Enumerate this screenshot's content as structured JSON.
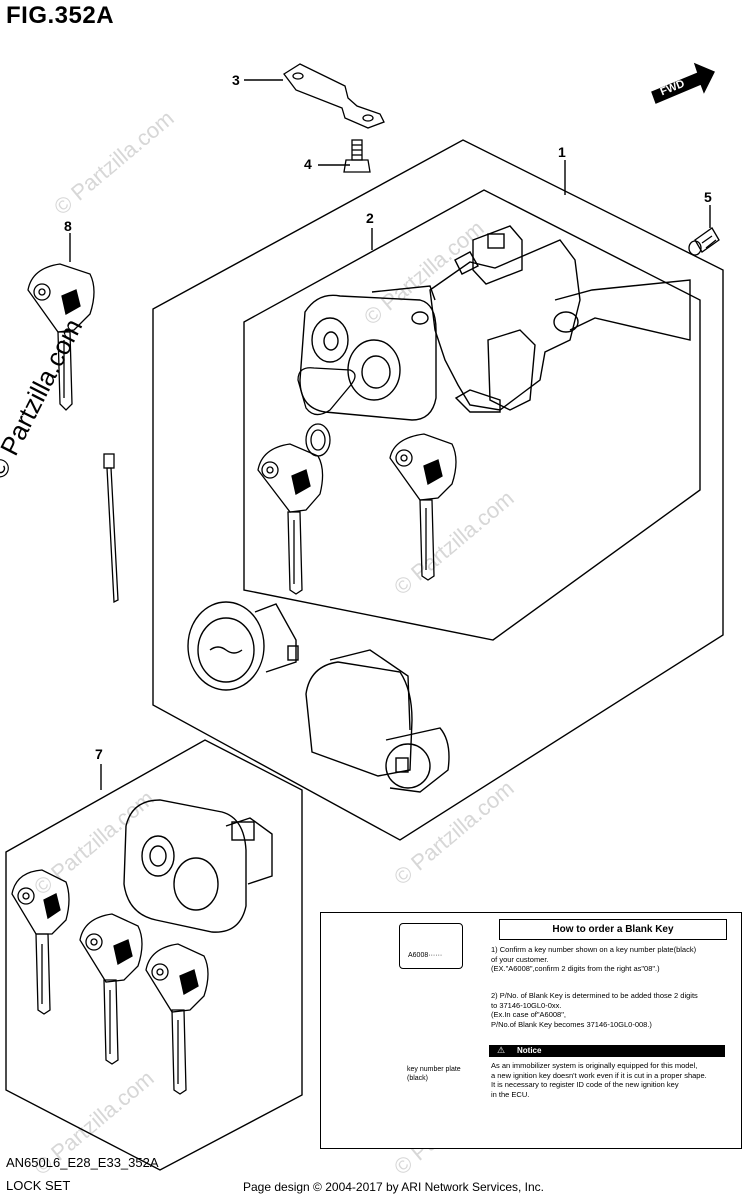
{
  "figure": {
    "title": "FIG.352A",
    "code": "AN650L6_E28_E33_352A",
    "name": "LOCK SET",
    "credit": "Page design © 2004-2017 by ARI Network Services, Inc."
  },
  "direction_badge": "FWD",
  "callouts": [
    "1",
    "2",
    "3",
    "4",
    "5",
    "7",
    "8"
  ],
  "watermark": "© Partzilla.com",
  "inset": {
    "title": "How to order a Blank Key",
    "plate_text": "A6008······",
    "step1": "1) Confirm a key number shown on a key number plate(black)\n of your customer.\n(EX.\"A6008\",confirm 2 digits from the right as\"08\".)",
    "step2": "2) P/No. of Blank Key is determined to be added those 2 digits\n to 37146-10GL0-0xx.\n(Ex.In case of\"A6008\",\n P/No.of Blank Key becomes 37146-10GL0-008.)",
    "notice_label": "Notice",
    "notice_text": "As an immobilizer system is originally equipped for this model,\na new ignition key doesn't work even if it is cut in a proper shape.\nIt is necessary to register ID code of the new ignition key\nin the ECU.",
    "plate_caption": "key number plate\n(black)"
  }
}
